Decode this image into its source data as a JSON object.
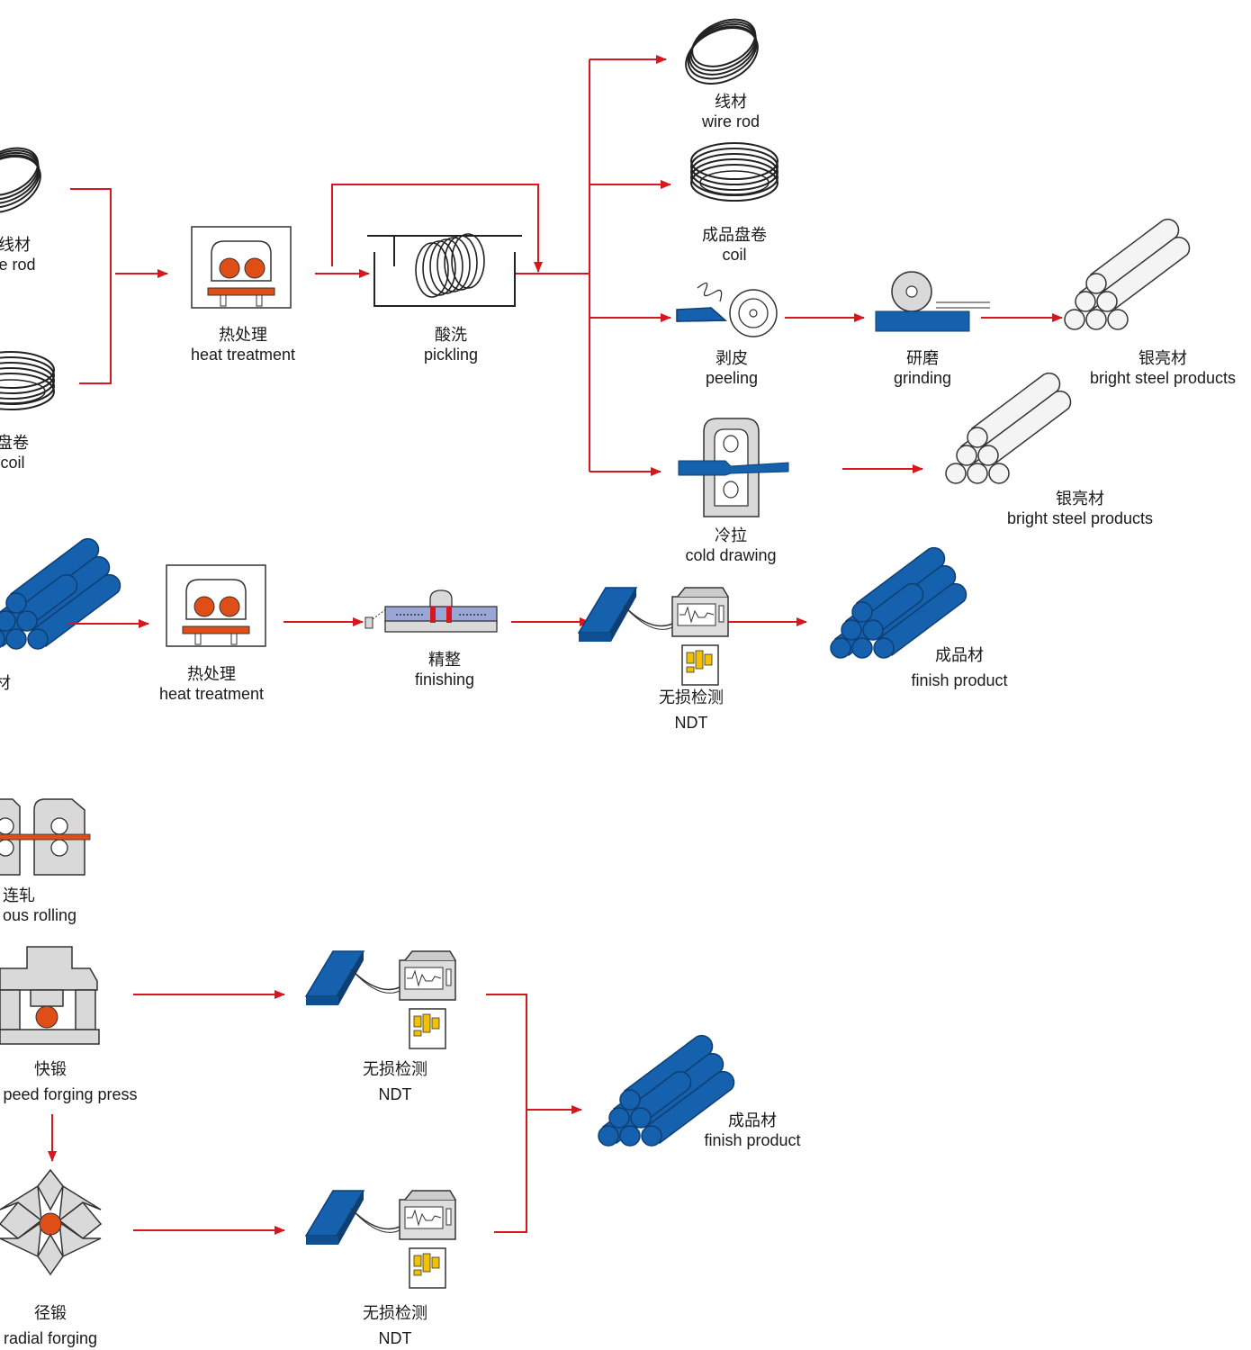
{
  "colors": {
    "arrow": "#d7161e",
    "blue": "#1561ad",
    "orange": "#e04e17",
    "gray": "#cfcfcf",
    "outline": "#555555"
  },
  "labels": {
    "wire_rod_top": {
      "zh": "线材",
      "en": "wire rod"
    },
    "coil_top": {
      "zh": "成品盘卷",
      "en": "coil"
    },
    "peeling": {
      "zh": "剥皮",
      "en": "peeling"
    },
    "grinding": {
      "zh": "研磨",
      "en": "grinding"
    },
    "bright_1": {
      "zh": "银亮材",
      "en": "bright steel products"
    },
    "bright_2": {
      "zh": "银亮材",
      "en": "bright steel products"
    },
    "cold_drawing": {
      "zh": "冷拉",
      "en": "cold drawing"
    },
    "heat_1": {
      "zh": "热处理",
      "en": "heat treatment"
    },
    "pickling": {
      "zh": "酸洗",
      "en": "pickling"
    },
    "wire_rod_left": {
      "zh": "线材",
      "en": "re rod"
    },
    "coil_left": {
      "zh": "盘卷",
      "en": "coil"
    },
    "bar_left": {
      "zh": "材",
      "en": ""
    },
    "heat_2": {
      "zh": "热处理",
      "en": "heat treatment"
    },
    "finishing": {
      "zh": "精整",
      "en": "finishing"
    },
    "ndt_1": {
      "zh": "无损检测",
      "en": "NDT"
    },
    "finish_1": {
      "zh": "成品材",
      "en": "finish product"
    },
    "cont_rolling": {
      "zh": "连轧",
      "en": "ous rolling"
    },
    "fast_forging": {
      "zh": "快锻",
      "en": "peed forging press"
    },
    "radial_forging": {
      "zh": "径锻",
      "en": "radial forging"
    },
    "ndt_2": {
      "zh": "无损检测",
      "en": "NDT"
    },
    "ndt_3": {
      "zh": "无损检测",
      "en": "NDT"
    },
    "finish_2": {
      "zh": "成品材",
      "en": "finish product"
    }
  }
}
